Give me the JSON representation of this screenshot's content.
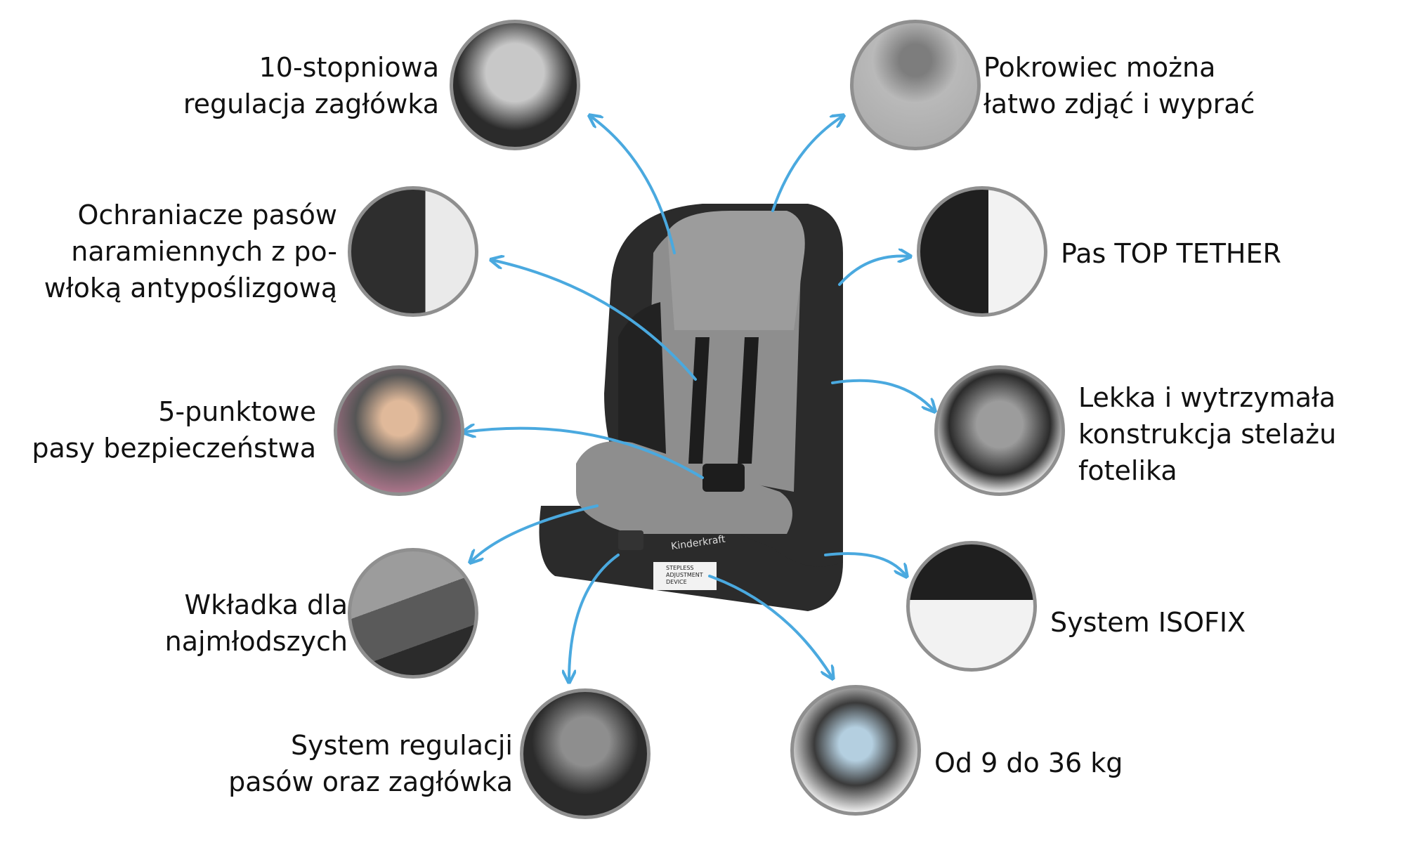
{
  "features": {
    "headrest": {
      "lines": [
        "10-stopniowa",
        "regulacja zagłówka"
      ]
    },
    "cover": {
      "lines": [
        "Pokrowiec można",
        "łatwo zdjąć i wyprać"
      ]
    },
    "strap_pads": {
      "lines": [
        "Ochraniacze pasów",
        "naramiennych z po-",
        "włoką antypoślizgową"
      ]
    },
    "top_tether": {
      "lines": [
        "Pas TOP TETHER"
      ]
    },
    "harness": {
      "lines": [
        "5-punktowe",
        "pasy bezpieczeństwa"
      ]
    },
    "frame": {
      "lines": [
        "Lekka i wytrzymała",
        "konstrukcja stelażu",
        "fotelika"
      ]
    },
    "insert": {
      "lines": [
        "Wkładka dla",
        "najmłodszych"
      ]
    },
    "isofix": {
      "lines": [
        "System ISOFIX"
      ]
    },
    "adjustment": {
      "lines": [
        "System regulacji",
        "pasów oraz zagłówka"
      ]
    },
    "weight": {
      "lines": [
        "Od 9 do 36 kg"
      ]
    }
  },
  "seat_brand": "Kinderkraft",
  "seat_sticker": [
    "STEPLESS",
    "ADJUSTMENT",
    "DEVICE"
  ],
  "colors": {
    "arrow": "#4aa9df",
    "circle_border": "#8f8f8f",
    "seat_dark": "#2b2b2b",
    "seat_grey": "#8e8e8e"
  }
}
